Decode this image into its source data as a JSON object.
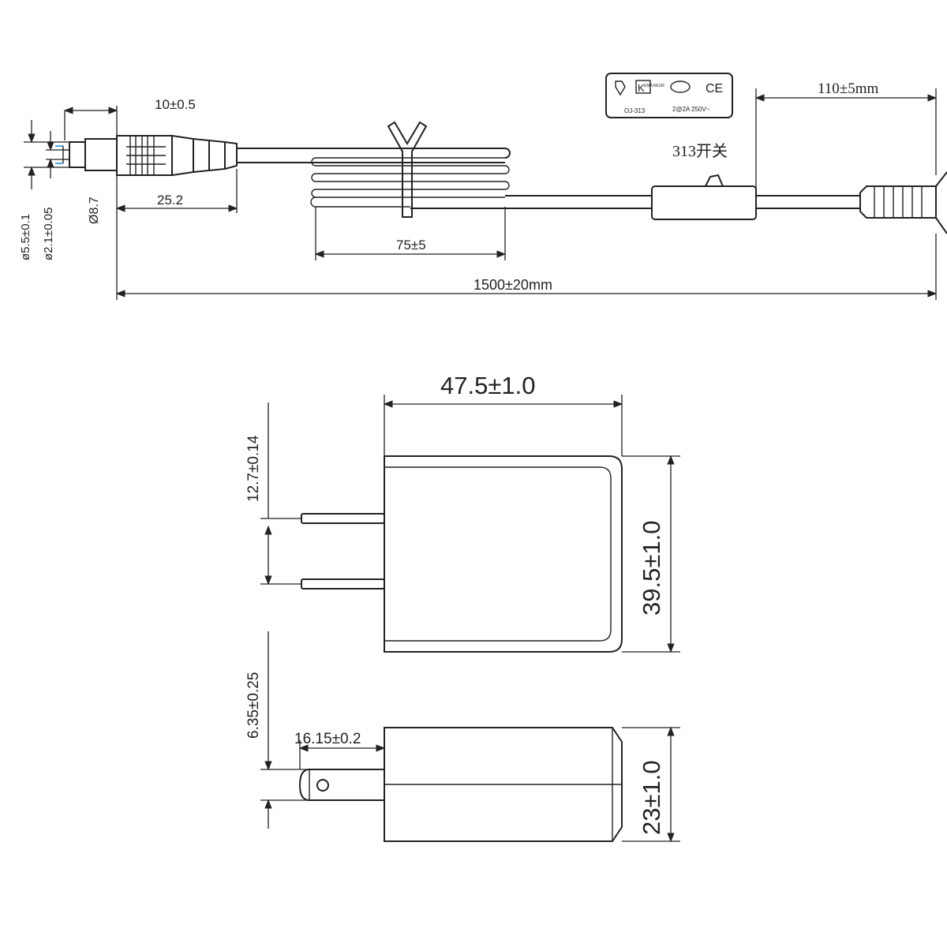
{
  "cable_drawing": {
    "dc_plug_outer_dia": "ø5.5±0.1",
    "dc_plug_inner_dia": "ø2.1±0.05",
    "plug_body_dia": "Ø8.7",
    "plug_tip_length": "10±0.5",
    "plug_body_length": "25.2",
    "bundle_length": "75±5",
    "total_length": "1500±20mm",
    "switch_to_end_length": "110±5mm",
    "switch_label": "313开关",
    "switch_tag": {
      "model": "OJ-313",
      "rating": "2@2A  250V~",
      "marks": [
        "K",
        "EMA KEUR",
        "CE"
      ]
    }
  },
  "adapter_drawing": {
    "width": "47.5±1.0",
    "height": "39.5±1.0",
    "pin_spacing": "12.7±0.14",
    "pin_width": "6.35±0.25",
    "pin_length": "16.15±0.2",
    "depth": "23±1.0"
  },
  "colors": {
    "line": "#222222",
    "background": "#ffffff",
    "accent": "#4aa8d8"
  }
}
